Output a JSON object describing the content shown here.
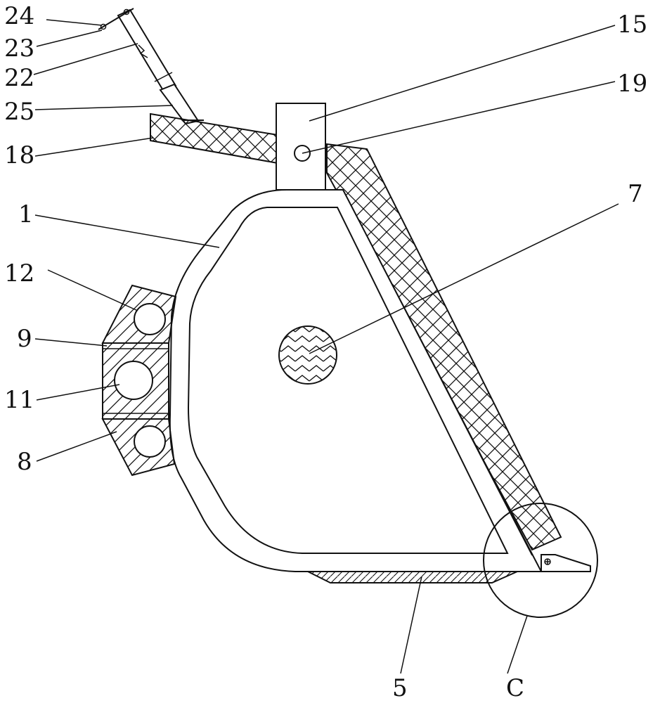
{
  "figure": {
    "reference_labels": [
      {
        "id": "24",
        "text": "24"
      },
      {
        "id": "23",
        "text": "23"
      },
      {
        "id": "22",
        "text": "22"
      },
      {
        "id": "25",
        "text": "25"
      },
      {
        "id": "18",
        "text": "18"
      },
      {
        "id": "1",
        "text": "1"
      },
      {
        "id": "12",
        "text": "12"
      },
      {
        "id": "9",
        "text": "9"
      },
      {
        "id": "11",
        "text": "11"
      },
      {
        "id": "8",
        "text": "8"
      },
      {
        "id": "15",
        "text": "15"
      },
      {
        "id": "19",
        "text": "19"
      },
      {
        "id": "7",
        "text": "7"
      },
      {
        "id": "5",
        "text": "5"
      },
      {
        "id": "C",
        "text": "C"
      }
    ]
  },
  "colors": {
    "stroke": "#111111",
    "background": "#ffffff"
  }
}
